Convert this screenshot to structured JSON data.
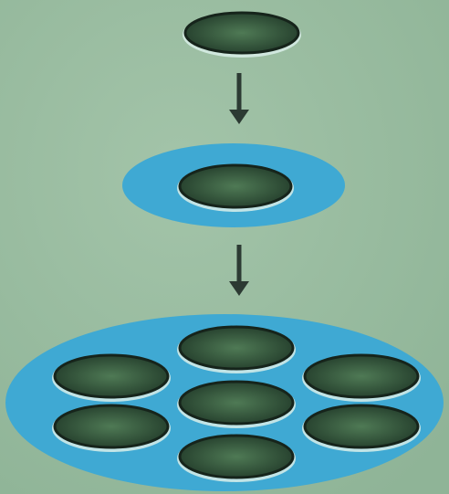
{
  "diagram": {
    "description_text": "",
    "colors": {
      "background": "#a3c4a9",
      "background_shade": "#8fb497",
      "medium": "#3fa9d3",
      "cell_fill_center": "#4f7a55",
      "cell_fill_edge": "#243e2c",
      "cell_rim": "#16241b",
      "cell_halo": "#d9efe9",
      "arrow": "#2c3a33"
    },
    "stages": [
      {
        "name": "single-cell",
        "cell_count": 1,
        "in_medium": false
      },
      {
        "name": "cell-in-medium",
        "cell_count": 1,
        "in_medium": true
      },
      {
        "name": "cell-colony",
        "cell_count": 7,
        "in_medium": true
      }
    ],
    "arrows": [
      {
        "name": "arrow-down-1",
        "from": "single-cell",
        "to": "cell-in-medium"
      },
      {
        "name": "arrow-down-2",
        "from": "cell-in-medium",
        "to": "cell-colony"
      }
    ]
  }
}
